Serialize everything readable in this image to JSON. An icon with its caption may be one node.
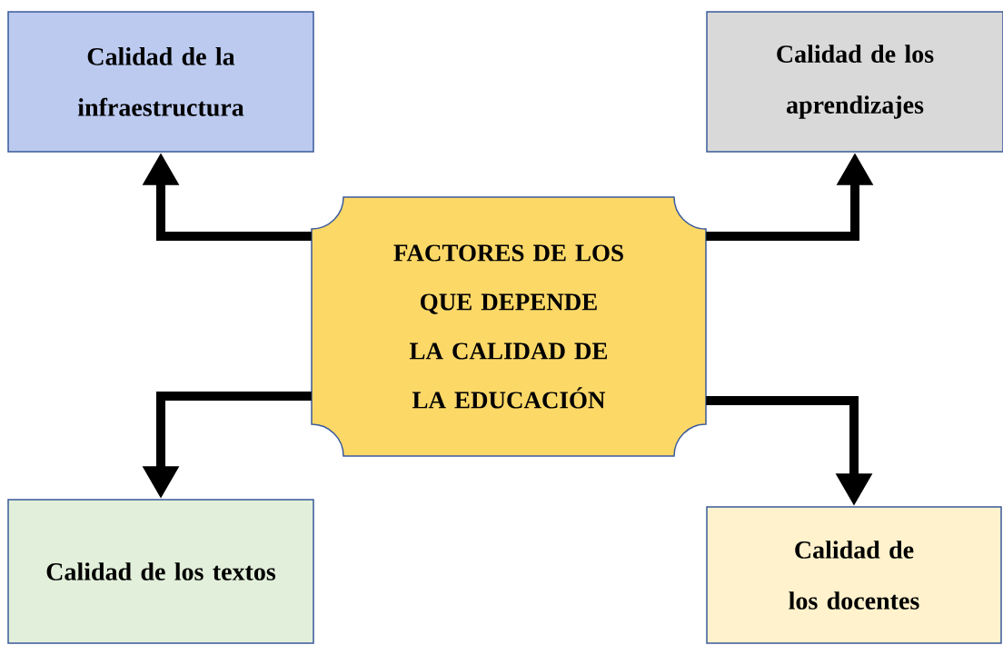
{
  "diagram": {
    "nodes": [
      {
        "text": [
          "FACTORES DE LOS QUE DEPENDE LA CALIDAD DE LA EDUCACIÓN"
        ]
      },
      {
        "text": [
          "Calidad de la infraestructura"
        ]
      },
      {
        "text": [
          "Calidad de los aprendizajes"
        ]
      },
      {
        "text": [
          "Calidad de los textos"
        ]
      },
      {
        "text": [
          "Calidad de los docentes"
        ]
      }
    ],
    "edges": [
      {
        "from": 0,
        "to": 1,
        "arrow": "to"
      },
      {
        "from": 0,
        "to": 2,
        "arrow": "to"
      },
      {
        "from": 0,
        "to": 3,
        "arrow": "to"
      },
      {
        "from": 0,
        "to": 4,
        "arrow": "to"
      }
    ]
  }
}
